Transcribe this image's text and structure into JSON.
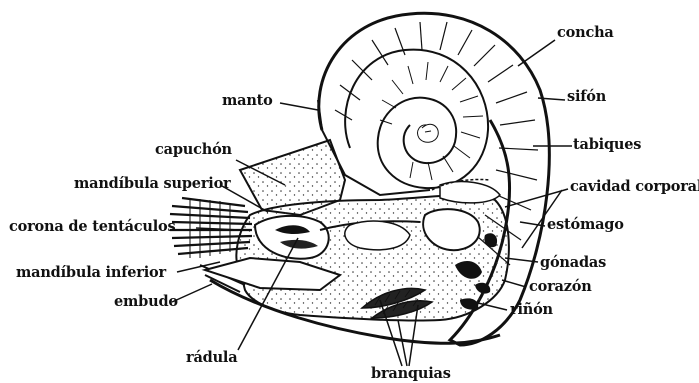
{
  "diagram": {
    "labels": {
      "concha": "concha",
      "sifon": "sifón",
      "tabiques": "tabiques",
      "cavidad_corporal": "cavidad corporal",
      "estomago": "estómago",
      "gonadas": "gónadas",
      "corazon": "corazón",
      "rinon": "riñón",
      "branquias": "branquias",
      "radula": "rádula",
      "embudo": "embudo",
      "mandibula_inferior": "mandíbula inferior",
      "corona_de_tentaculos": "corona de tentáculos",
      "mandibula_superior": "mandíbula superior",
      "capuchon": "capuchón",
      "manto": "manto"
    }
  },
  "colors": {
    "ink": "#111111",
    "background": "#ffffff",
    "stipple": "#333333"
  }
}
